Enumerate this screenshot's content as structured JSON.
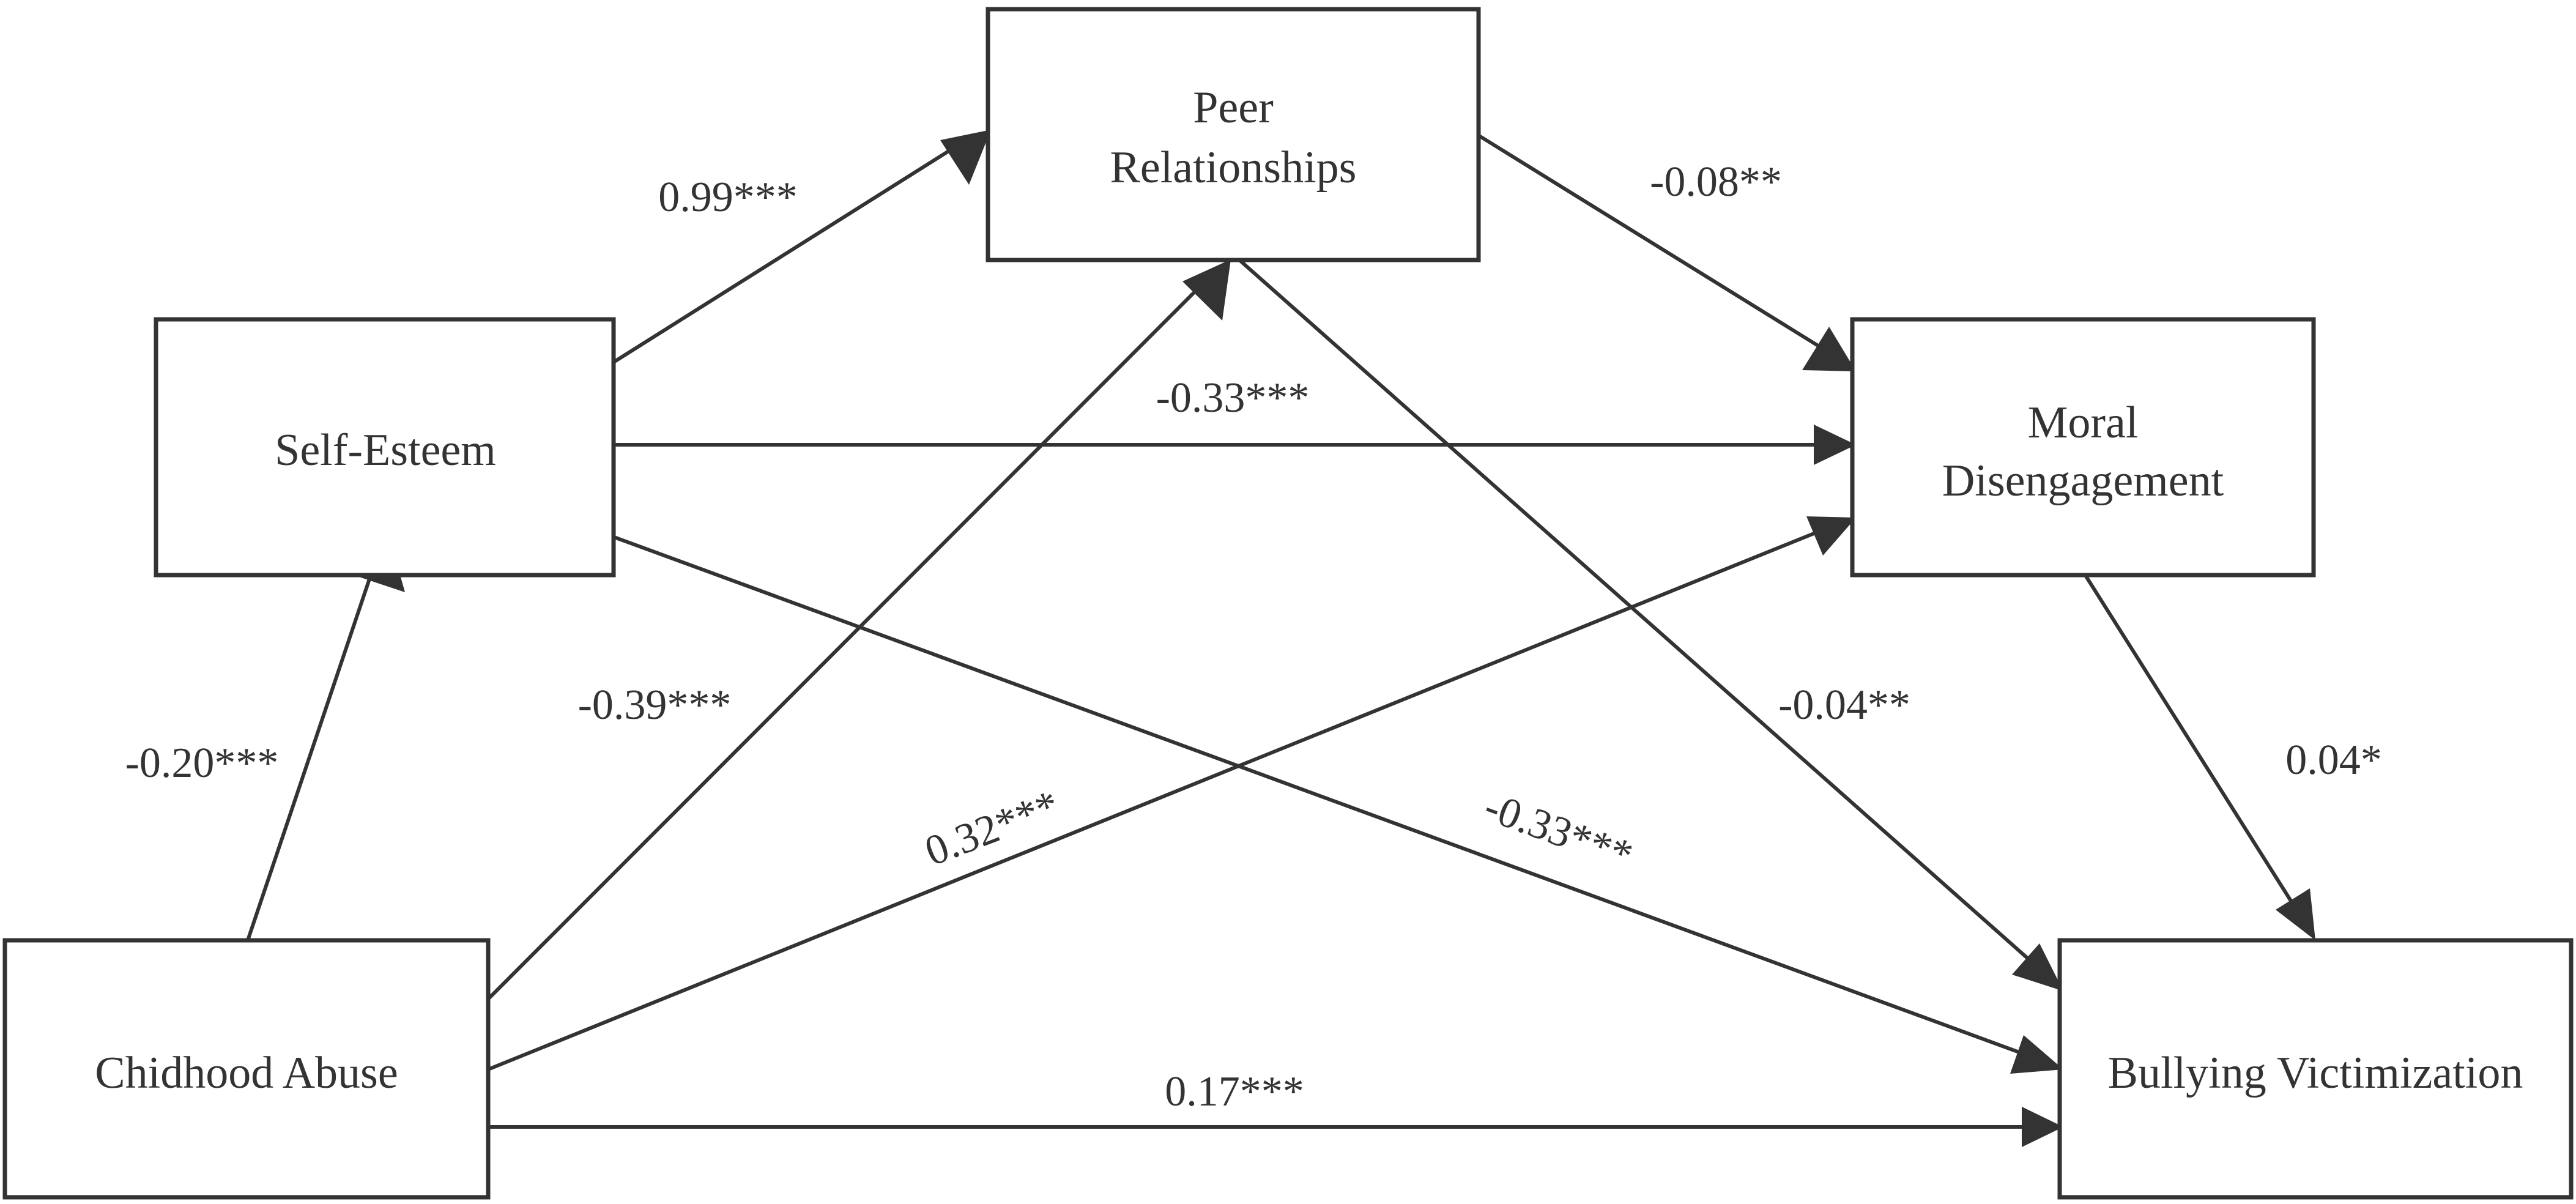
{
  "colors": {
    "stroke": "#333333",
    "background": "#ffffff"
  },
  "nodes": {
    "childhood_abuse": {
      "label": "Chidhood Abuse"
    },
    "self_esteem": {
      "label": "Self-Esteem"
    },
    "peer_relationships": {
      "label_line1": "Peer",
      "label_line2": "Relationships"
    },
    "moral_disengagement": {
      "label_line1": "Moral",
      "label_line2": "Disengagement"
    },
    "bullying_victimization": {
      "label": "Bullying Victimization"
    }
  },
  "paths": {
    "abuse_to_self_esteem": "-0.20***",
    "self_esteem_to_peer": "0.99***",
    "abuse_to_peer": "-0.39***",
    "peer_to_moral": "-0.08**",
    "self_esteem_to_moral": "-0.33***",
    "abuse_to_moral": "0.32***",
    "peer_to_bullying": "-0.04**",
    "self_esteem_to_bullying": "-0.33***",
    "moral_to_bullying": "0.04*",
    "abuse_to_bullying": "0.17***"
  }
}
